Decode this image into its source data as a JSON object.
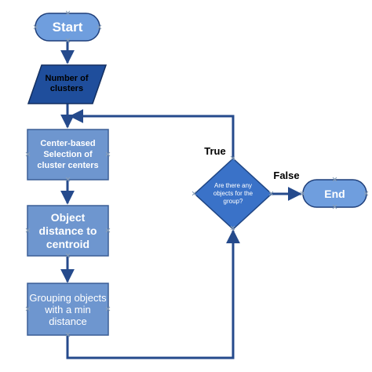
{
  "flowchart": {
    "start": "Start",
    "number_of_clusters": "Number of clusters",
    "center_selection": "Center-based Selection of cluster centers",
    "object_distance": "Object distance to centroid",
    "grouping": "Grouping objects with a min distance",
    "decision": "Are there any objects for the group?",
    "true_label": "True",
    "false_label": "False",
    "end": "End"
  },
  "colors": {
    "terminal_fill": "#6f9ede",
    "data_fill": "#1f4e9c",
    "process_fill": "#6e96cf",
    "decision_fill": "#3a72c8",
    "connector": "#254a8c"
  }
}
